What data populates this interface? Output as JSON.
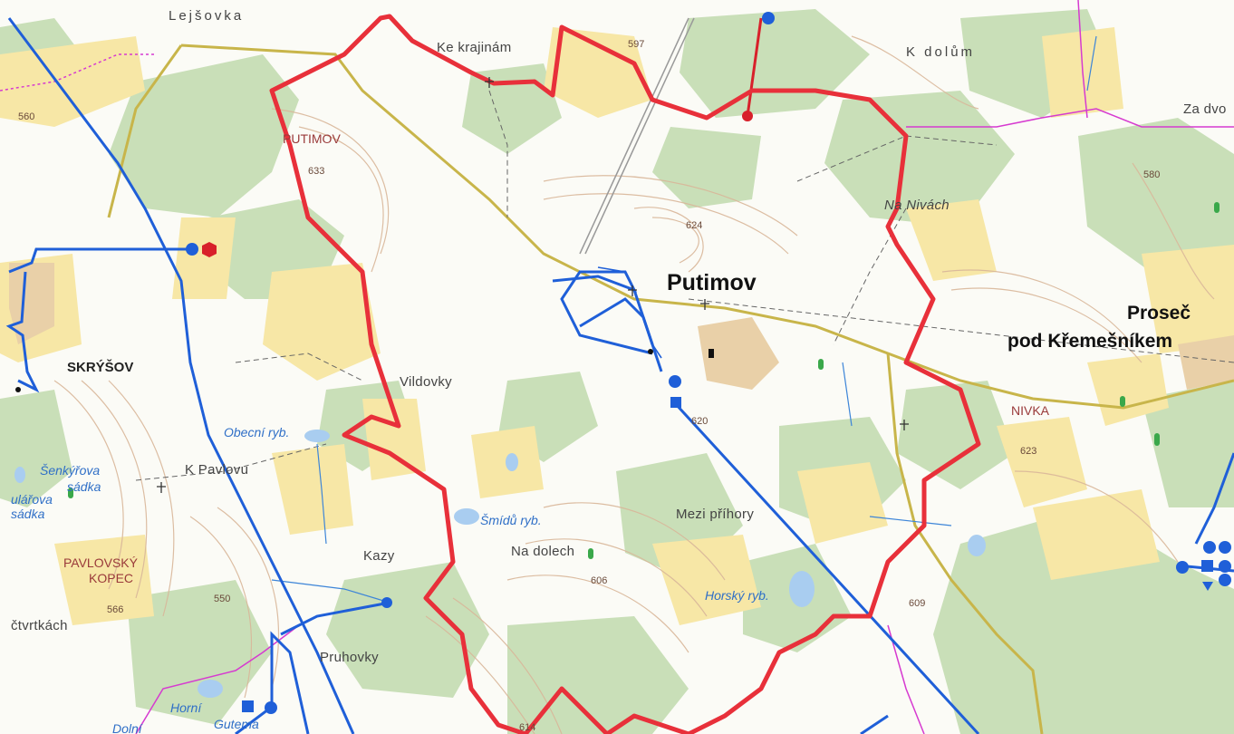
{
  "map": {
    "colors": {
      "forest": "#c9dfb8",
      "field": "#f7e7a6",
      "field_alt": "#fbefc0",
      "builtup": "#e9d0a8",
      "cadastral_border": "#e8303a",
      "water_network": "#1f5fd8",
      "road": "#c8b54a",
      "contour": "#d9b79a",
      "stream": "#3d85d8",
      "trail": "#d63ad0"
    },
    "labels": {
      "putimov_town": "Putimov",
      "prosec_line1": "Proseč",
      "prosec_line2": "pod Křemešníkem",
      "skrysov": "SKRÝŠOV",
      "putimov_hill": "PUTIMOV",
      "nivka": "NIVKA",
      "pavlovsky_line1": "PAVLOVSKÝ",
      "pavlovsky_line2": "KOPEC",
      "lejsovka": "Lejšovka",
      "ke_krajinam": "Ke krajinám",
      "k_dolum": "K dolům",
      "za_dvo": "Za dvo",
      "na_nivach": "Na Nivách",
      "vildovky": "Vildovky",
      "k_pavlovu": "K Pavlovu",
      "kazy": "Kazy",
      "pruhovky": "Pruhovky",
      "na_dolech": "Na dolech",
      "mezi_prihory": "Mezi příhory",
      "ctvrtkach": "čtvrtkách",
      "obecni_ryb": "Obecní ryb.",
      "smidu_ryb": "Šmídů ryb.",
      "horsky_ryb": "Horský ryb.",
      "senkyrova_line1": "Šenkýřova",
      "senkyrova_line2": "sádka",
      "kularova_line1": "ulářova",
      "kularova_line2": "sádka",
      "horni_gutema_1": "Horní",
      "horni_gutema_2": "Gutema",
      "dolni": "Dolní"
    },
    "elevations": {
      "e597": "597",
      "e560": "560",
      "e633": "633",
      "e624": "624",
      "e620": "620",
      "e623": "623",
      "e566": "566",
      "e606": "606",
      "e609": "609",
      "e614": "614",
      "e580": "580",
      "e550": "550"
    }
  }
}
